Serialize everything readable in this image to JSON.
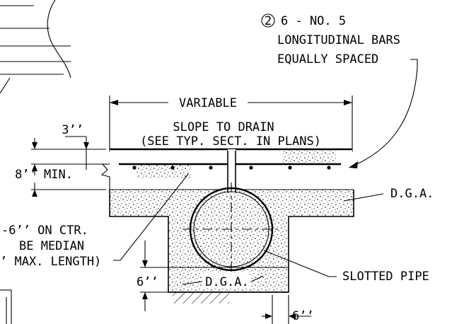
{
  "notes": {
    "bars_marker": "2",
    "bars_line1": "6 - NO. 5",
    "bars_line2": "LONGITUDINAL BARS",
    "bars_line3": "EQUALLY SPACED",
    "variable": "VARIABLE",
    "slope_line1": "SLOPE TO DRAIN",
    "slope_line2": "(SEE TYP. SECT. IN PLANS)",
    "dim_3in": "3’’",
    "dim_8in_min": "8’’ MIN.",
    "dga_right": "D.G.A.",
    "dga_bottom": "D.G.A.",
    "left_note_line1": "-6’’ ON CTR.",
    "left_note_line2": "BE MEDIAN",
    "left_note_line3": "’ MAX. LENGTH)",
    "dim_6in_left": "6’’",
    "slotted_pipe": "SLOTTED PIPE",
    "dim_6in_bottom": "6’’"
  }
}
